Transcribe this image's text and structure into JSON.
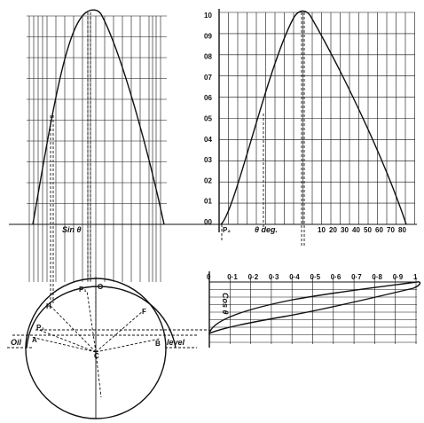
{
  "chart_data": {
    "type": "line",
    "sine_axis": {
      "tick_labels": [
        "10",
        "09",
        "08",
        "07",
        "06",
        "05",
        "04",
        "03",
        "02",
        "01",
        "00"
      ]
    },
    "theta_axis": {
      "label": "θ deg.",
      "tick_labels": [
        "10",
        "20",
        "30",
        "40",
        "50",
        "60",
        "70",
        "80"
      ]
    },
    "cos_axis": {
      "label": "Cos θ",
      "tick_labels": [
        "0",
        "0·1",
        "0·2",
        "0·3",
        "0·4",
        "0·5",
        "0·6",
        "0·7",
        "0·8",
        "0·9",
        "1"
      ]
    },
    "left_curve_label": "Sin θ"
  },
  "circle": {
    "oil_label": "Oil",
    "level_label": "level",
    "points": {
      "O": "O",
      "P1": "P₁",
      "P2": "P₂",
      "H": "H",
      "F": "F",
      "A": "A",
      "B": "B",
      "C": "C"
    }
  },
  "p2_axis_label": "P₂"
}
